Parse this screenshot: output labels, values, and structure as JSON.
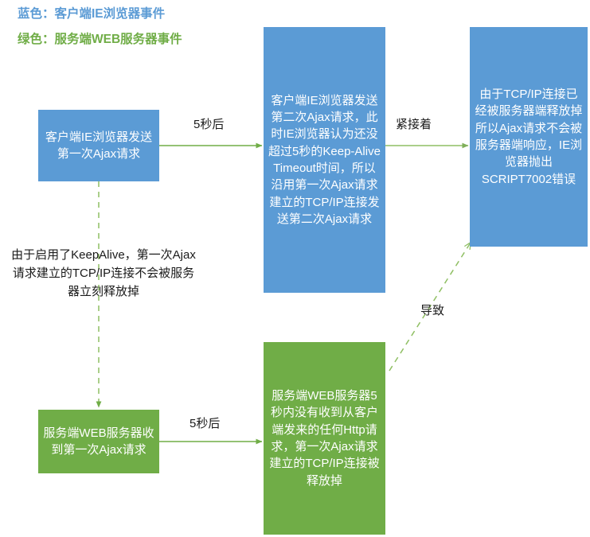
{
  "legend": {
    "blue": "蓝色：客户端IE浏览器事件",
    "green": "绿色：服务端WEB服务器事件",
    "blue_color": "#5B9BD5",
    "green_color": "#70AD47"
  },
  "boxes": {
    "client_first_request": "客户端IE浏览器发送第一次Ajax请求",
    "client_second_request": "客户端IE浏览器发送第二次Ajax请求，此时IE浏览器认为还没超过5秒的Keep-Alive Timeout时间，所以沿用第一次Ajax请求建立的TCP/IP连接发送第二次Ajax请求",
    "script_error": "由于TCP/IP连接已经被服务器端释放掉所以Ajax请求不会被服务器端响应，IE浏览器抛出SCRIPT7002错误",
    "server_received_first": "服务端WEB服务器收到第一次Ajax请求",
    "server_released": "服务端WEB服务器5秒内没有收到从客户端发来的任何Http请求，第一次Ajax请求建立的TCP/IP连接被释放掉"
  },
  "notes": {
    "keepalive": "由于启用了KeepAlive，第一次Ajax请求建立的TCP/IP连接不会被服务器立刻释放掉"
  },
  "arrow_labels": {
    "five_seconds_top": "5秒后",
    "immediately": "紧接着",
    "five_seconds_bottom": "5秒后",
    "causes": "导致"
  }
}
